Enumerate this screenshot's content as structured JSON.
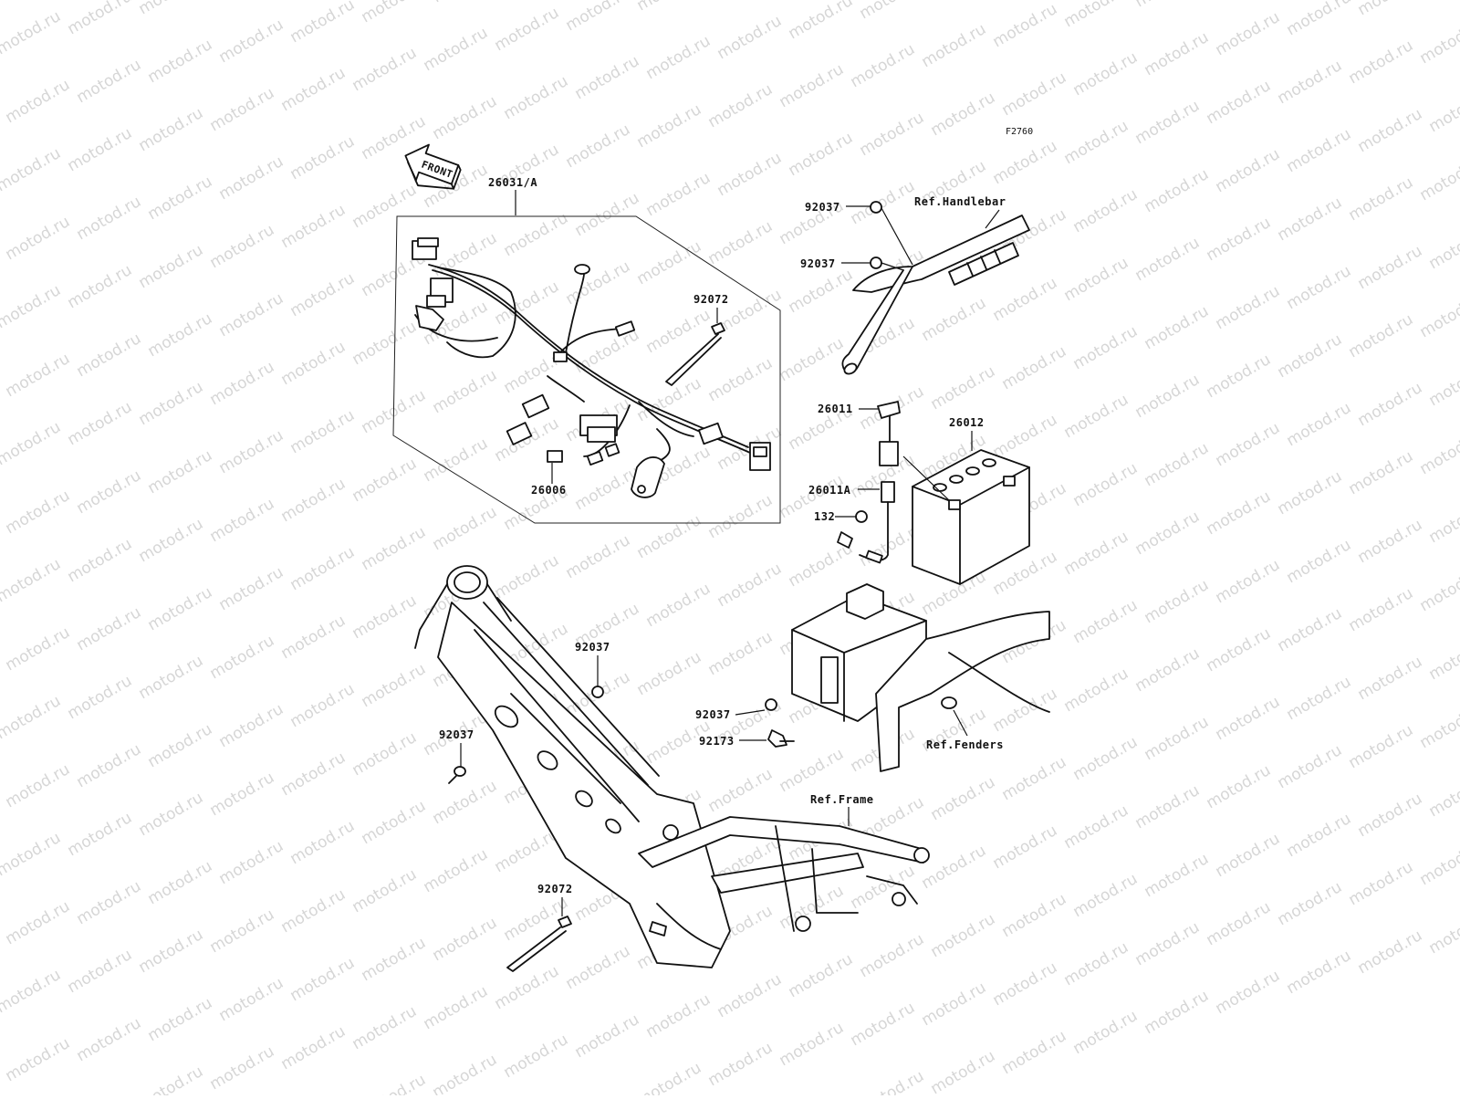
{
  "figure_code": "F2760",
  "watermark_text": "motod.ru",
  "front_arrow_label": "FRONT",
  "callouts": {
    "harness": "26031/A",
    "band_harness": "92072",
    "connector_26006": "26006",
    "clamp_top": "92037",
    "clamp_mid": "92037",
    "handlebar_ref": "Ref.Handlebar",
    "lead_26011": "26011",
    "battery": "26012",
    "lead_26011a": "26011A",
    "bolt": "132",
    "clamp_frame_upper": "92037",
    "clamp_frame_left": "92037",
    "clamp_fender": "92037",
    "clamp_92173": "92173",
    "fenders_ref": "Ref.Fenders",
    "frame_ref": "Ref.Frame",
    "band_frame": "92072"
  }
}
